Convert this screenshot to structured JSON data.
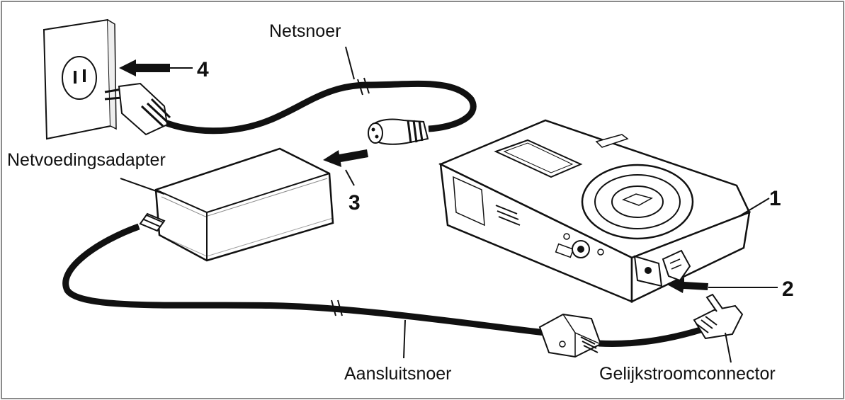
{
  "labels": {
    "power_cord": "Netsnoer",
    "ac_adapter": "Netvoedingsadapter",
    "connection_cord": "Aansluitsnoer",
    "dc_connector": "Gelijkstroomconnector"
  },
  "steps": [
    "1",
    "2",
    "3",
    "4"
  ],
  "colors": {
    "line": "#111111",
    "cable_fill": "#ffffff",
    "frame": "#8a8a8a"
  }
}
